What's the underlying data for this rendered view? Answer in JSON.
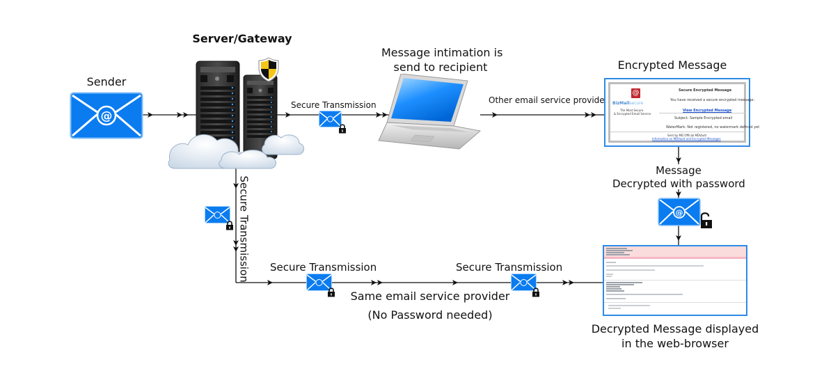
{
  "diagram": {
    "title": "Secure email flow",
    "nodes": {
      "sender": {
        "label": "Sender",
        "icon": "envelope-at-icon"
      },
      "server": {
        "label": "Server/Gateway",
        "icon": "server-rack-icon",
        "badge": "security-shield-icon"
      },
      "laptop": {
        "label_line1": "Message intimation is",
        "label_line2": "send to recipient",
        "icon": "laptop-icon"
      },
      "encrypted": {
        "label": "Encrypted Message",
        "preview": {
          "brand": "BizMailsecure",
          "brand_part1": "BizMail",
          "brand_part2": "secure",
          "tagline_1": "The Most Secure",
          "tagline_2": "& Encrypted Email Service",
          "heading": "Secure Encrypted Message",
          "intro": "You have received a secure encrypted message:",
          "link": "View Encrypted Message",
          "subject": "Subject: Sample Encrypted email",
          "watermark": "WaterMark: Not registered, no watermark defined yet",
          "footer_1": "Sent by MD Official MDVault",
          "footer_link": "Information on MDVault and Encrypted Messages"
        }
      },
      "decrypted_step": {
        "label_line1": "Message",
        "label_line2": "Decrypted with password",
        "icon": "envelope-at-icon",
        "lock": "unlocked-padlock-icon"
      },
      "browser": {
        "label_line1": "Decrypted Message displayed",
        "label_line2": "in the web-browser"
      }
    },
    "edges": {
      "server_to_laptop": {
        "label": "Secure Transmission",
        "lock": "locked-padlock-icon"
      },
      "laptop_to_encrypted": {
        "label": "Other email service provider"
      },
      "server_down": {
        "label": "Secure Transmission",
        "lock": "locked-padlock-icon"
      },
      "bottom_first": {
        "label": "Secure Transmission"
      },
      "bottom_second": {
        "label": "Secure Transmission"
      },
      "bottom_path": {
        "label_line1": "Same email service provider",
        "label_line2": "(No Password needed)"
      }
    },
    "colors": {
      "envelope_blue": "#0a7cf0",
      "envelope_border": "#7fbdf7",
      "card_border": "#2e8ae6",
      "arrow": "#111111",
      "shield_yellow": "#f5c518",
      "brand_red": "#c0272d",
      "email_header_pink": "#fbdcdc"
    }
  }
}
